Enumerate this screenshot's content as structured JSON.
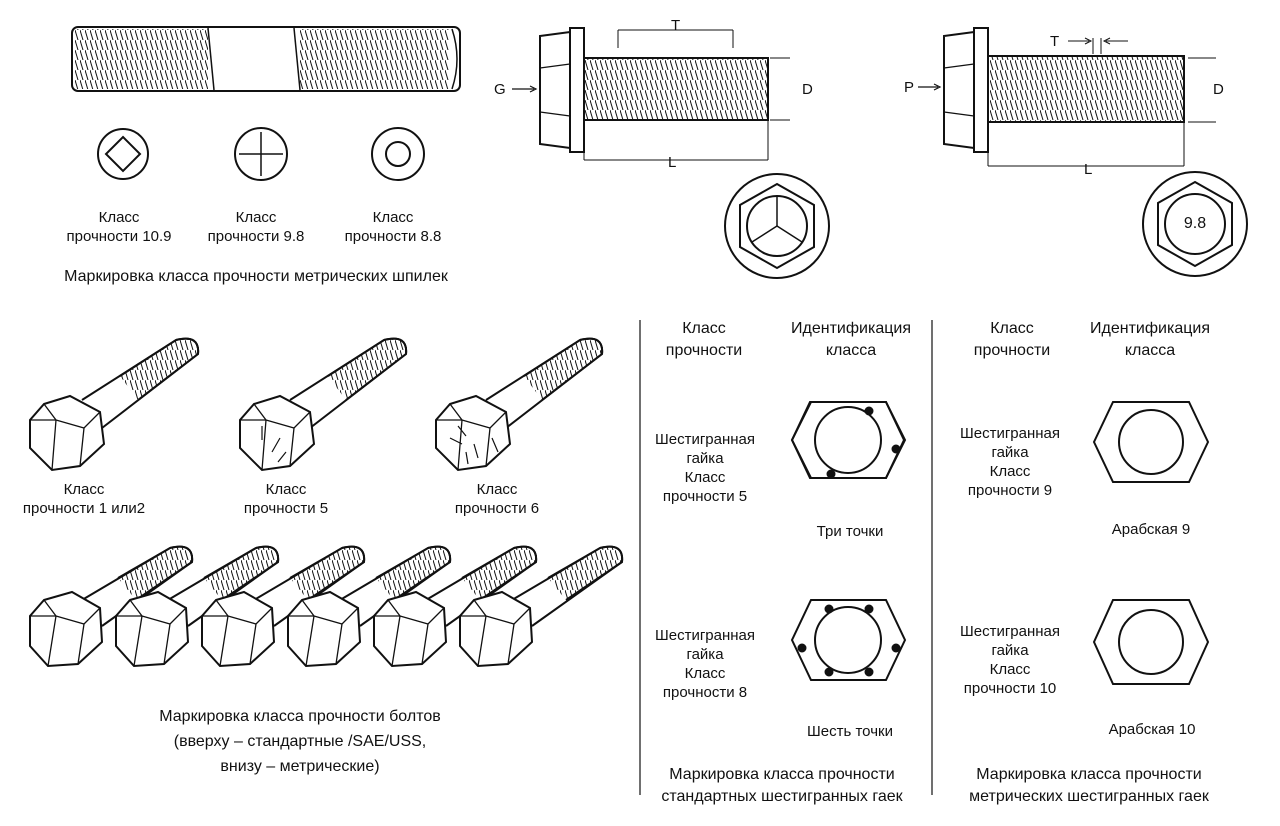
{
  "studs": {
    "labels": [
      [
        "Класс",
        "прочности 10.9"
      ],
      [
        "Класс",
        "прочности 9.8"
      ],
      [
        "Класс",
        "прочности 8.8"
      ]
    ],
    "caption": "Маркировка класса прочности метрических шпилек"
  },
  "flange_bolt_1": {
    "t": "T",
    "g": "G",
    "d": "D",
    "l": "L"
  },
  "flange_bolt_2": {
    "t": "T",
    "p": "P",
    "d": "D",
    "l": "L",
    "head_mark": "9.8"
  },
  "bolts": {
    "labels": [
      [
        "Класс",
        "прочности 1 или2"
      ],
      [
        "Класс",
        "прочности 5"
      ],
      [
        "Класс",
        "прочности 6"
      ]
    ],
    "caption": [
      "Маркировка класса прочности болтов",
      "(вверху – стандартные /SAE/USS,",
      "внизу – метрические)"
    ]
  },
  "std_nuts": {
    "header_class": [
      "Класс",
      "прочности"
    ],
    "header_ident": [
      "Идентификация",
      "класса"
    ],
    "rows": [
      {
        "desc": [
          "Шестигранная",
          "гайка",
          "Класс",
          "прочности 5"
        ],
        "ident": "Три точки"
      },
      {
        "desc": [
          "Шестигранная",
          "гайка",
          "Класс",
          "прочности 8"
        ],
        "ident": "Шесть точки"
      }
    ],
    "caption": [
      "Маркировка класса прочности",
      "стандартных шестигранных гаек"
    ]
  },
  "metric_nuts": {
    "header_class": [
      "Класс",
      "прочности"
    ],
    "header_ident": [
      "Идентификация",
      "класса"
    ],
    "rows": [
      {
        "desc": [
          "Шестигранная",
          "гайка",
          "Класс",
          "прочности 9"
        ],
        "ident": "Арабская 9"
      },
      {
        "desc": [
          "Шестигранная",
          "гайка",
          "Класс",
          "прочности 10"
        ],
        "ident": "Арабская 10"
      }
    ],
    "caption": [
      "Маркировка класса прочности",
      "метрических шестигранных гаек"
    ]
  }
}
